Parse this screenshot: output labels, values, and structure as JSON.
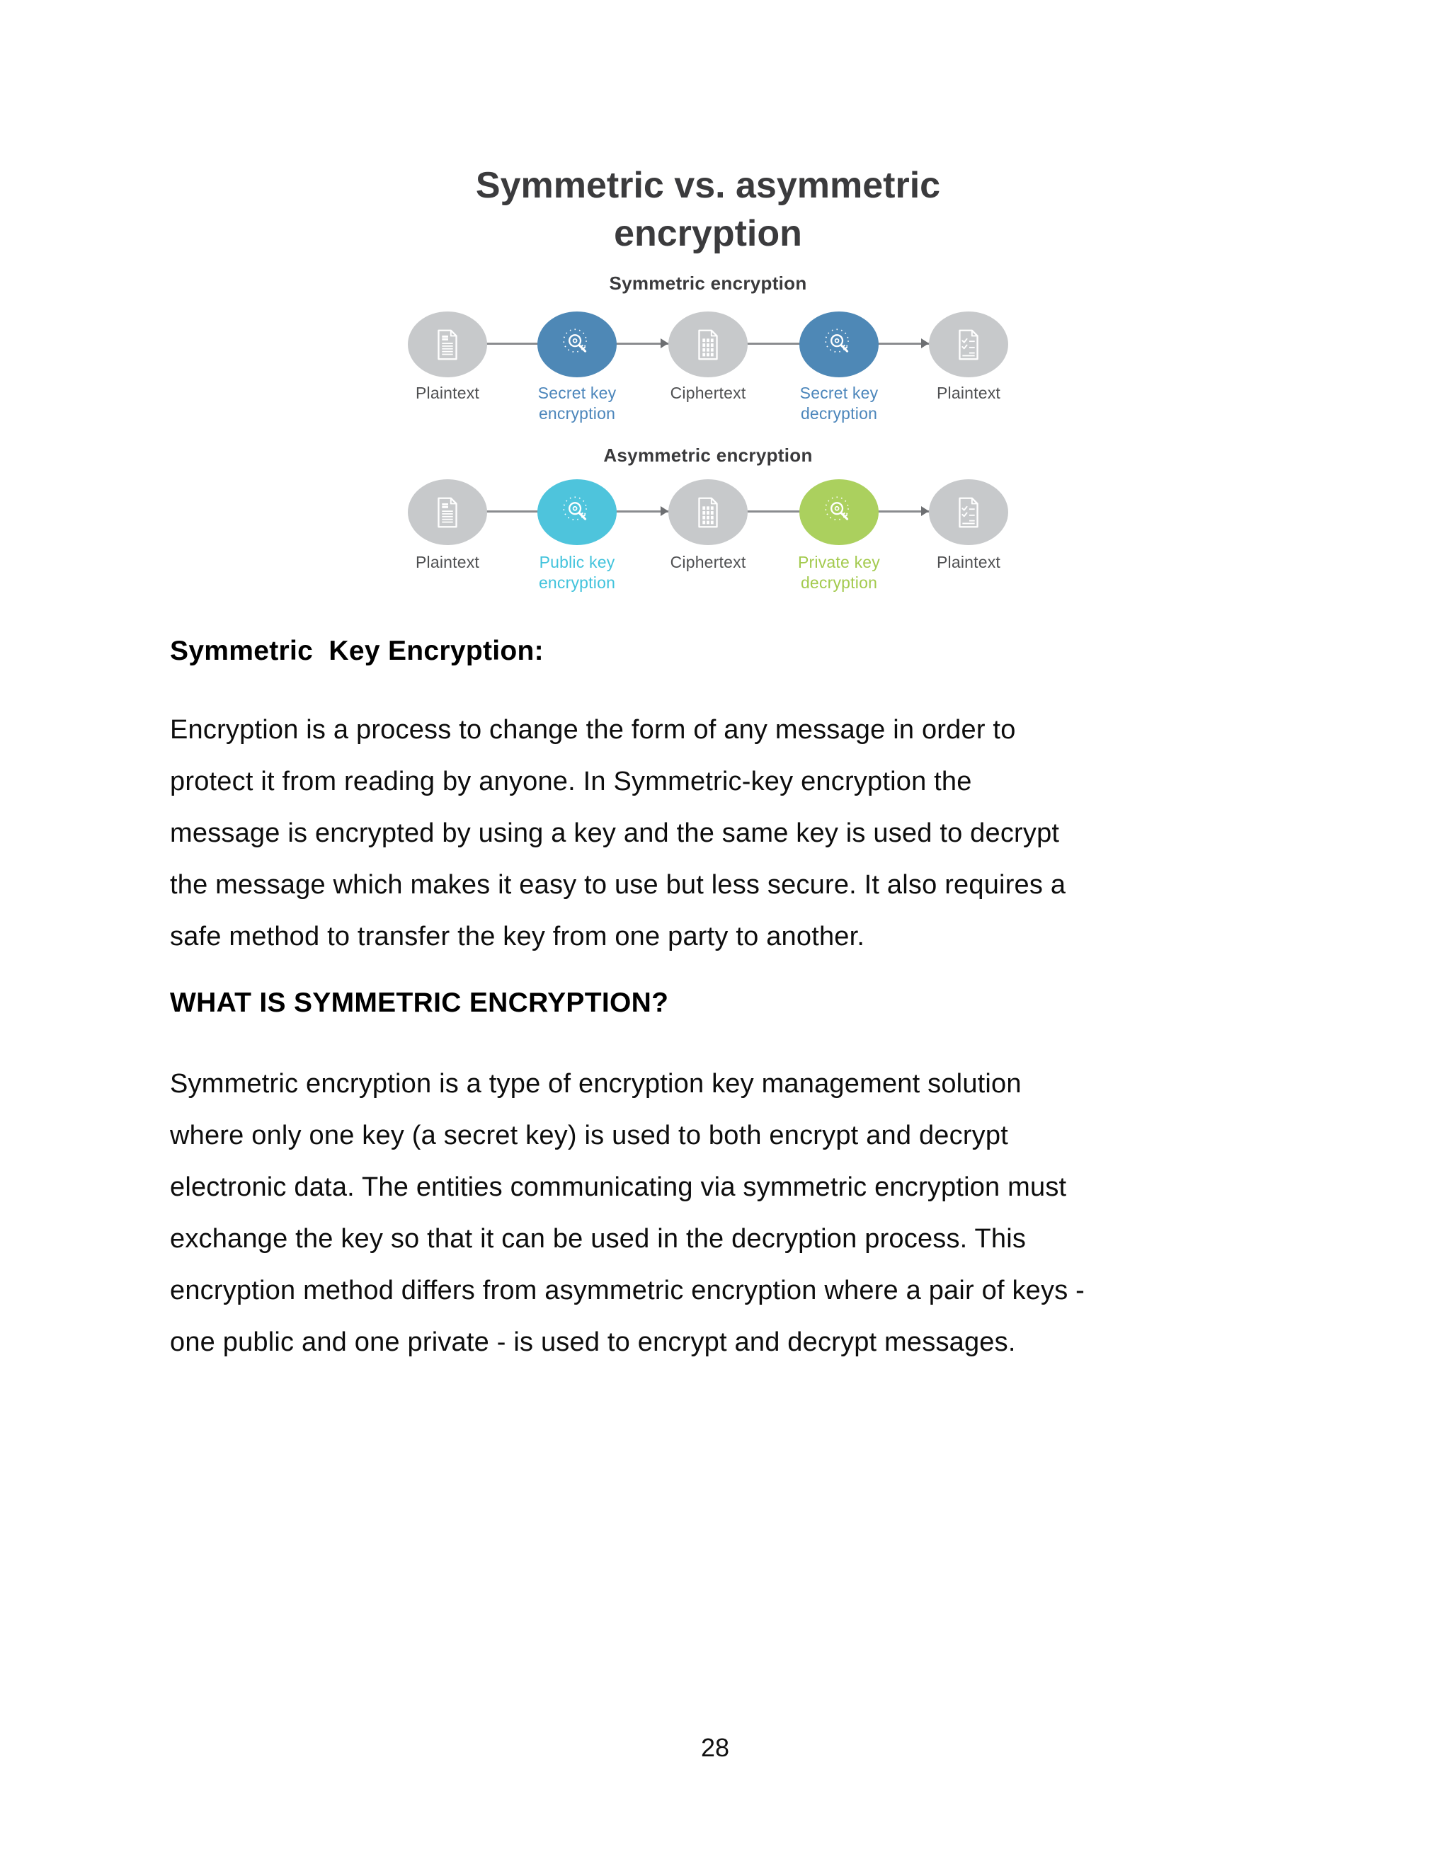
{
  "diagram": {
    "title": [
      "Symmetric vs. asymmetric",
      "encryption"
    ],
    "colors": {
      "gray_circle": "#c7c9cb",
      "blue_circle": "#4e88b6",
      "cyan_circle": "#4ec4dc",
      "green_circle": "#abd05e",
      "gray_label": "#4f5052",
      "blue_label": "#4c86bb",
      "cyan_label": "#42c3dc",
      "green_label": "#a3ca4e",
      "connector": "#8a8c8f",
      "heading": "#3b3b3d"
    },
    "sections": [
      {
        "heading": "Symmetric encryption",
        "nodes": [
          {
            "icon": "document-icon",
            "bg": "#c7c9cb",
            "color": "#4f5052",
            "line1": "Plaintext",
            "line2": ""
          },
          {
            "icon": "key-icon",
            "bg": "#4e88b6",
            "color": "#4c86bb",
            "line1": "Secret key",
            "line2": "encryption"
          },
          {
            "icon": "ciphertext-icon",
            "bg": "#c7c9cb",
            "color": "#4f5052",
            "line1": "Ciphertext",
            "line2": ""
          },
          {
            "icon": "key-icon",
            "bg": "#4e88b6",
            "color": "#4c86bb",
            "line1": "Secret key",
            "line2": "decryption"
          },
          {
            "icon": "checked-document-icon",
            "bg": "#c7c9cb",
            "color": "#4f5052",
            "line1": "Plaintext",
            "line2": ""
          }
        ]
      },
      {
        "heading": "Asymmetric encryption",
        "nodes": [
          {
            "icon": "document-icon",
            "bg": "#c7c9cb",
            "color": "#4f5052",
            "line1": "Plaintext",
            "line2": ""
          },
          {
            "icon": "key-icon",
            "bg": "#4ec4dc",
            "color": "#42c3dc",
            "line1": "Public key",
            "line2": "encryption"
          },
          {
            "icon": "ciphertext-icon",
            "bg": "#c7c9cb",
            "color": "#4f5052",
            "line1": "Ciphertext",
            "line2": ""
          },
          {
            "icon": "key-icon",
            "bg": "#abd05e",
            "color": "#a3ca4e",
            "line1": "Private key",
            "line2": "decryption"
          },
          {
            "icon": "checked-document-icon",
            "bg": "#c7c9cb",
            "color": "#4f5052",
            "line1": "Plaintext",
            "line2": ""
          }
        ]
      }
    ]
  },
  "document": {
    "heading1": "Symmetric  Key Encryption:",
    "para1": [
      "Encryption is a process to change the form of any message in order to",
      "protect it from reading by anyone. In Symmetric-key encryption the",
      "message is encrypted by using a key and the same key is used to decrypt",
      "the message which makes it easy to use but less secure. It also requires a",
      "safe method to transfer the key from one party to another."
    ],
    "heading2": "WHAT IS SYMMETRIC ENCRYPTION?",
    "para2": [
      "Symmetric encryption is a type of encryption key management solution",
      "where only one key (a secret key) is used to both encrypt and decrypt",
      "electronic data. The entities communicating via symmetric encryption must",
      "exchange the key so that it can be used in the decryption process. This",
      "encryption method differs from asymmetric encryption where a pair of keys -",
      "one public and one private - is used to encrypt and decrypt messages."
    ],
    "page_number": "28"
  }
}
